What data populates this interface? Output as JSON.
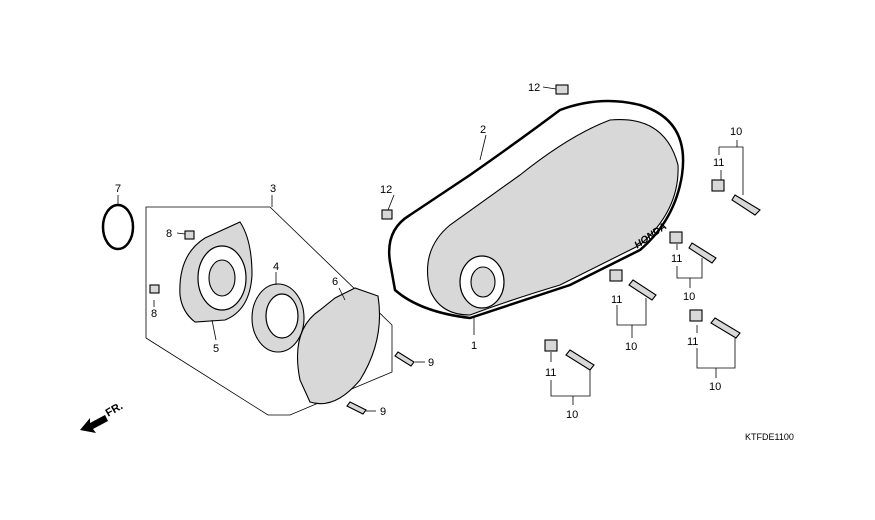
{
  "diagram": {
    "callouts": [
      "12",
      "2",
      "10",
      "11",
      "7",
      "3",
      "12",
      "8",
      "4",
      "6",
      "11",
      "10",
      "11",
      "8",
      "1",
      "5",
      "10",
      "11",
      "9",
      "11",
      "10",
      "9",
      "10"
    ],
    "diagram_code": "KTFDE1100",
    "front_indicator": "FR.",
    "cover_logo": "HONDA"
  }
}
